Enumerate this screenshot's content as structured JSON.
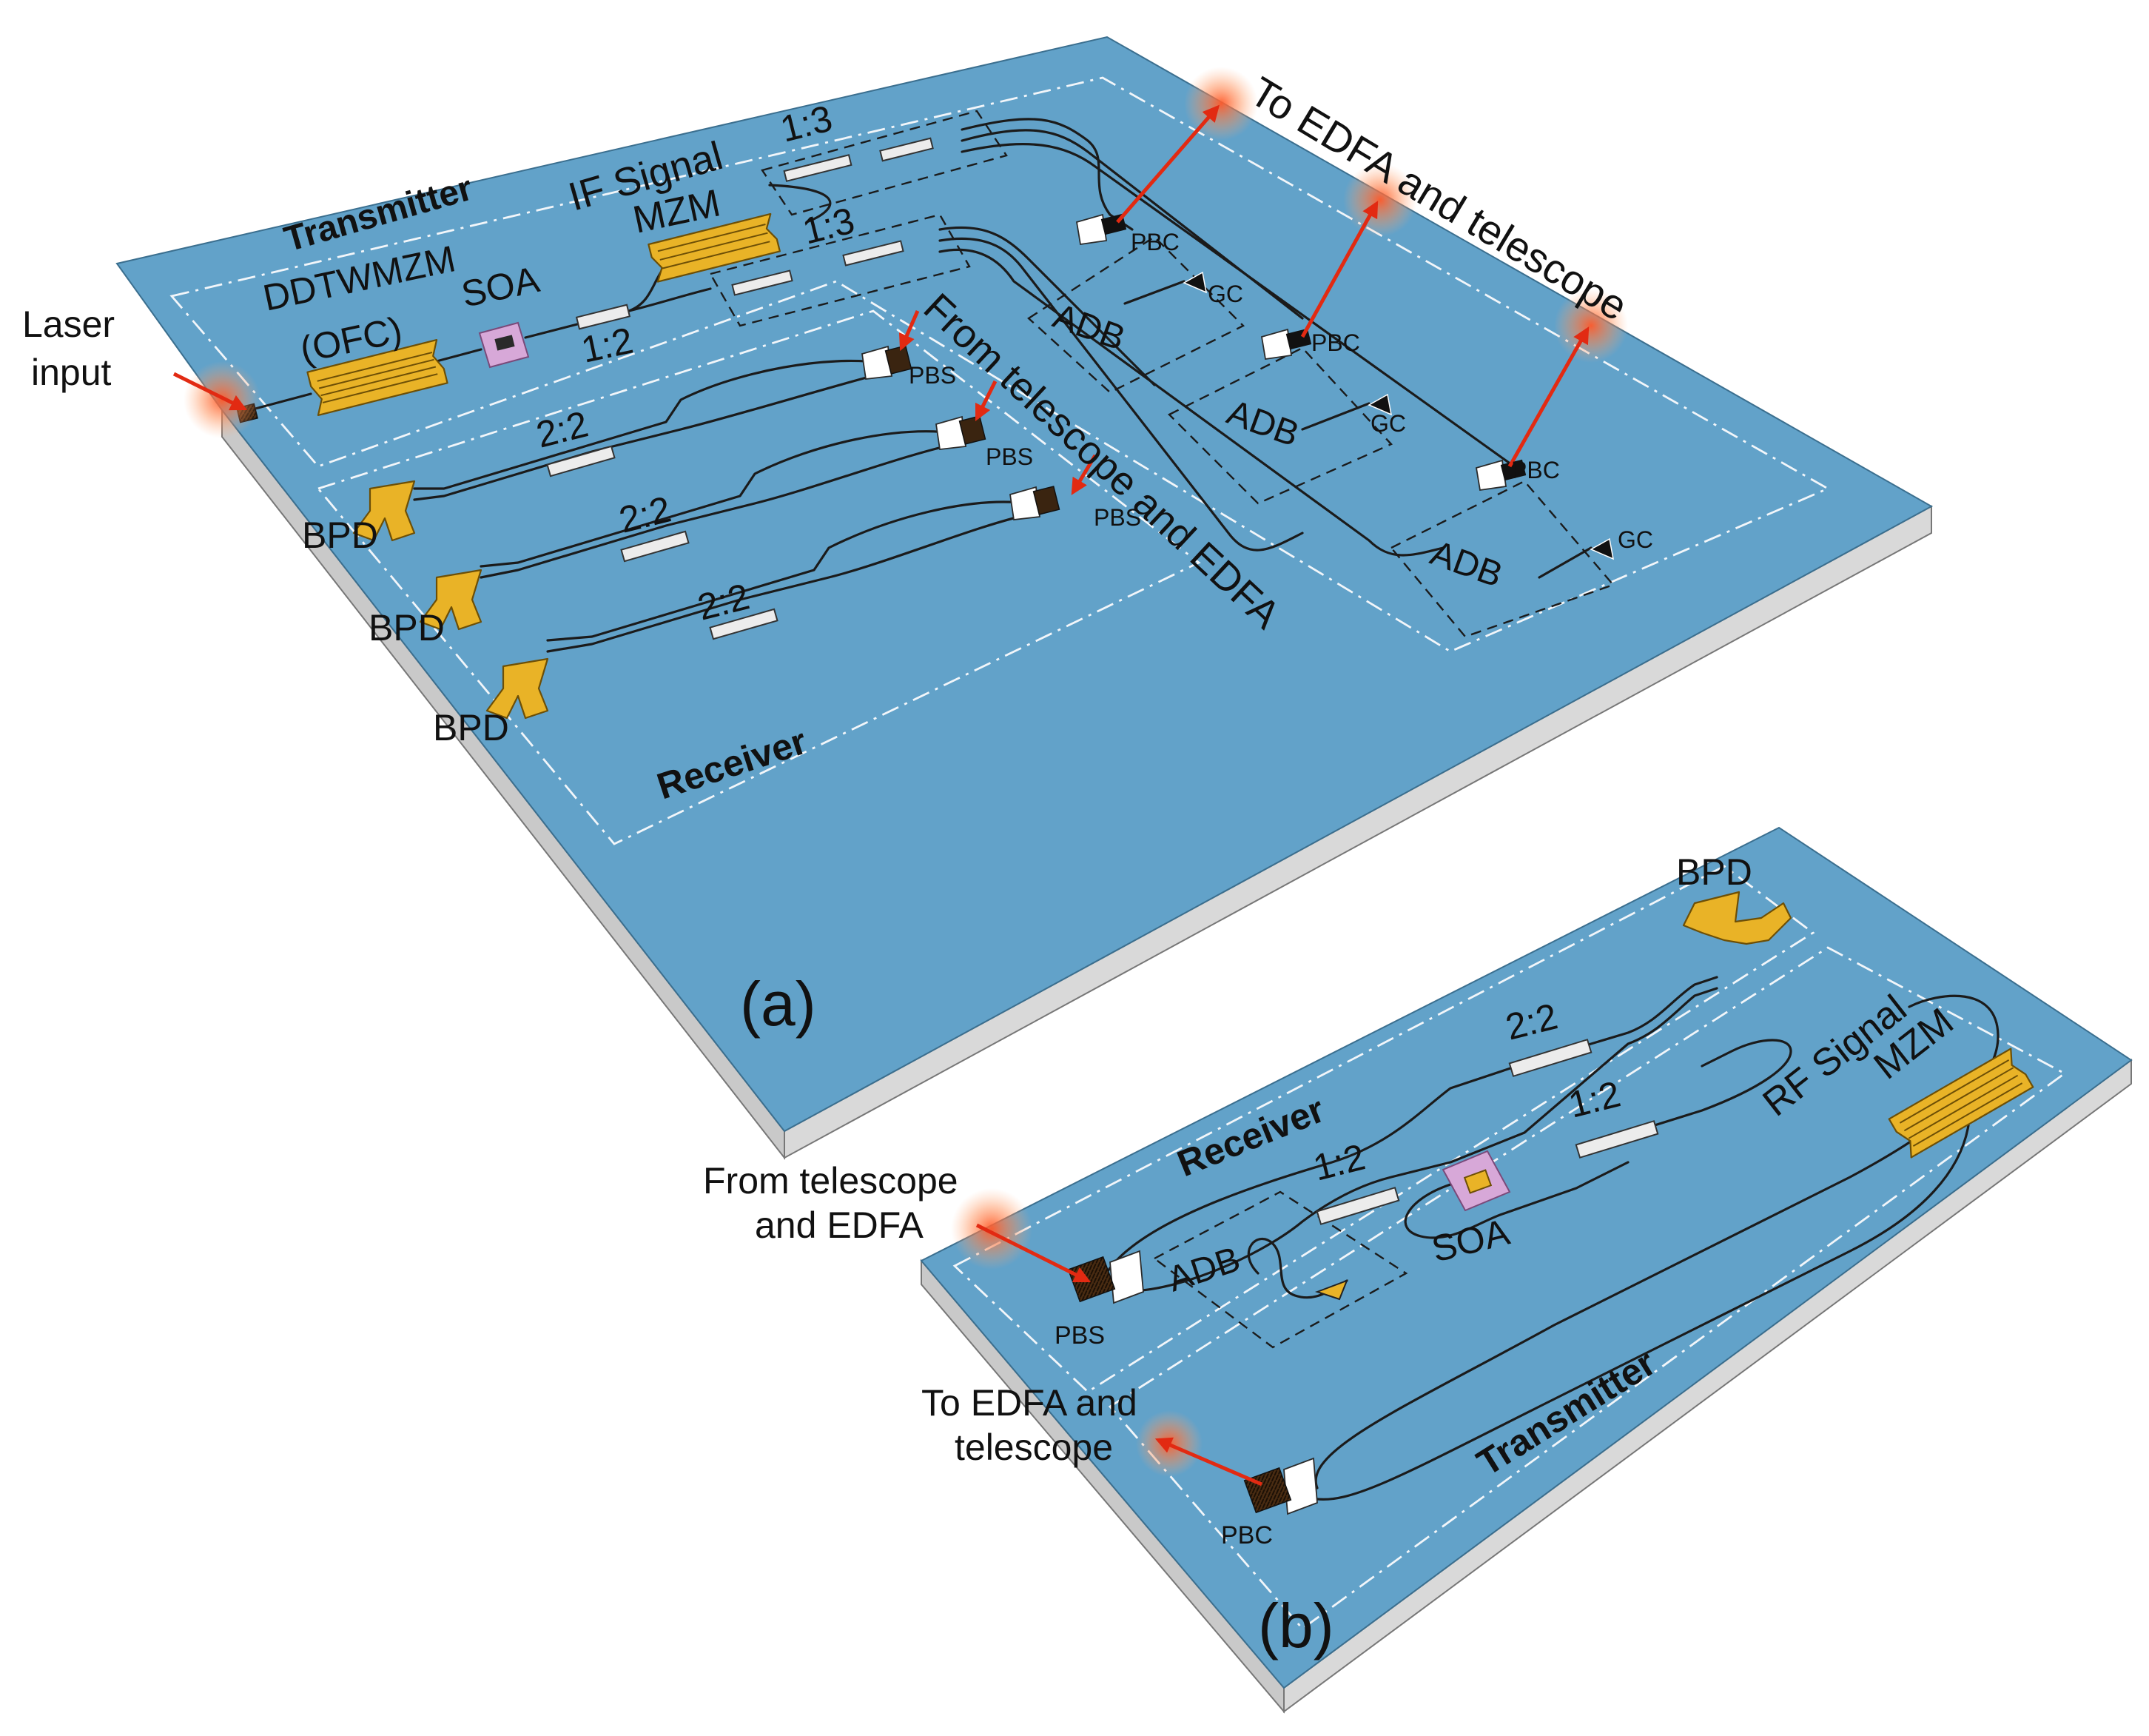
{
  "panel_a": {
    "panel_label": "(a)",
    "transmitter_title": "Transmitter",
    "receiver_title": "Receiver",
    "ddtwmzm_line1": "DDTWMZM",
    "ddtwmzm_line2": "(OFC)",
    "soa_label": "SOA",
    "splitter_1_2": "1:2",
    "if_signal_label": "IF Signal",
    "mzm_label": "MZM",
    "splitter_1_3_top": "1:3",
    "splitter_1_3_bottom": "1:3",
    "laser_line1": "Laser",
    "laser_line2": "input",
    "to_edfa_label": "To EDFA and telescope",
    "from_telescope_label": "From telescope and EDFA",
    "pbc_labels": [
      "PBC",
      "PBC",
      "PBC"
    ],
    "gc_labels": [
      "GC",
      "GC",
      "GC"
    ],
    "adb_labels": [
      "ADB",
      "ADB",
      "ADB"
    ],
    "pbs_labels": [
      "PBS",
      "PBS",
      "PBS"
    ],
    "coupler_2_2_labels": [
      "2:2",
      "2:2",
      "2:2"
    ],
    "bpd_labels": [
      "BPD",
      "BPD",
      "BPD"
    ]
  },
  "panel_b": {
    "panel_label": "(b)",
    "bpd_label": "BPD",
    "coupler_2_2": "2:2",
    "rf_signal_label": "RF Signal",
    "mzm_label": "MZM",
    "receiver_title": "Receiver",
    "transmitter_title": "Transmitter",
    "splitter_1_2_left": "1:2",
    "splitter_1_2_right": "1:2",
    "soa_label": "SOA",
    "adb_label": "ADB",
    "from_telescope_line1": "From telescope",
    "from_telescope_line2": "and EDFA",
    "pbs_label": "PBS",
    "to_edfa_line1": "To EDFA and",
    "to_edfa_line2": "telescope",
    "pbc_label": "PBC"
  },
  "colors": {
    "chip_top": "#62a2c9",
    "chip_side": "#c9c9c9",
    "electrode": "#e9b327",
    "soa_pad": "#d7a8d8",
    "beam": "#e22a12"
  }
}
